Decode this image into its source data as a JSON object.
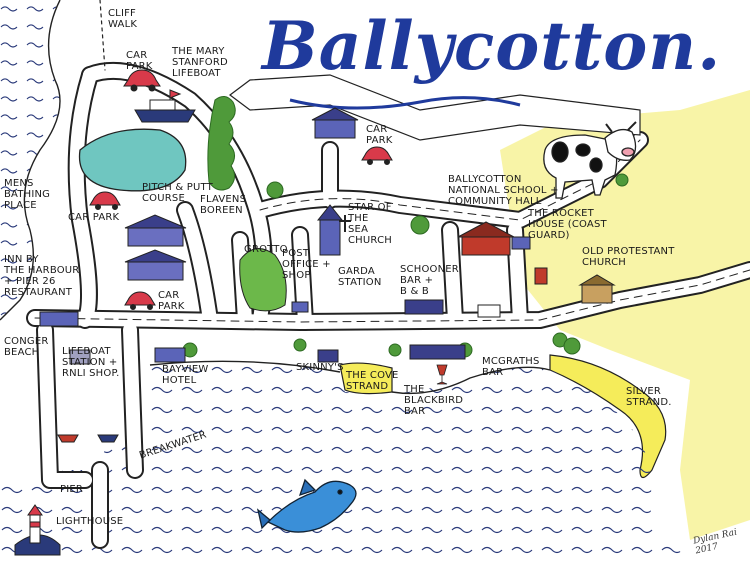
{
  "title": "Ballycotton.",
  "colors": {
    "sea_ink": "#2a3a7a",
    "sand": "#f5ec5a",
    "grass": "#4f9a3a",
    "pond": "#6fc6c0",
    "title_blue": "#1f3a9c",
    "road": "#ffffff",
    "outline": "#222222",
    "dolphin": "#3a8fd8"
  },
  "labels": {
    "cliff_walk": "CLIFF\nWALK",
    "car_park_top": "CAR\nPARK",
    "lifeboat": "THE MARY\nSTANFORD\nLIFEBOAT",
    "car_park_centre": "CAR\nPARK",
    "pitch_putt": "PITCH & PUTT\nCOURSE",
    "flavens_boreen": "FLAVENS\nBOREEN",
    "mens_bathing": "MENS\nBATHING\nPLACE",
    "car_park_left": "CAR PARK",
    "inn_by_harbour": "INN BY\nTHE HARBOUR\n+ PIER 26\nRESTAURANT",
    "grotto": "GROTTO",
    "post_office": "POST\nOFFICE +\nSHOP",
    "star_of_sea": "STAR OF\nTHE\nSEA\nCHURCH",
    "garda_station": "GARDA\nSTATION",
    "national_school": "BALLYCOTTON\nNATIONAL SCHOOL +\nCOMMUNITY HALL",
    "rocket_house": "THE ROCKET\nHOUSE (COAST\nGUARD)",
    "old_protestant": "OLD PROTESTANT\nCHURCH",
    "schooner": "SCHOONER\nBAR +\nB & B",
    "car_park_lower": "CAR\nPARK",
    "conger_beach": "CONGER\nBEACH",
    "lifeboat_station": "LIFEBOAT\nSTATION +\nRNLI SHOP.",
    "bayview": "BAYVIEW\nHOTEL",
    "skinnys": "SKINNY'S",
    "cove_strand": "THE COVE\nSTRAND",
    "blackbird": "THE\nBLACKBIRD\nBAR",
    "mcgraths": "McGRATHS\nBAR",
    "silver_strand": "SILVER\nSTRAND.",
    "breakwater": "BREAKWATER",
    "pier": "PIER",
    "lighthouse": "LIGHTHOUSE",
    "signature": "Dylan Rai\n2017"
  },
  "icons": [
    "cow-icon",
    "dolphin-icon",
    "lighthouse-icon",
    "lifeboat-icon",
    "car-icon",
    "house-icon",
    "church-icon",
    "tree-icon",
    "boat-icon"
  ]
}
